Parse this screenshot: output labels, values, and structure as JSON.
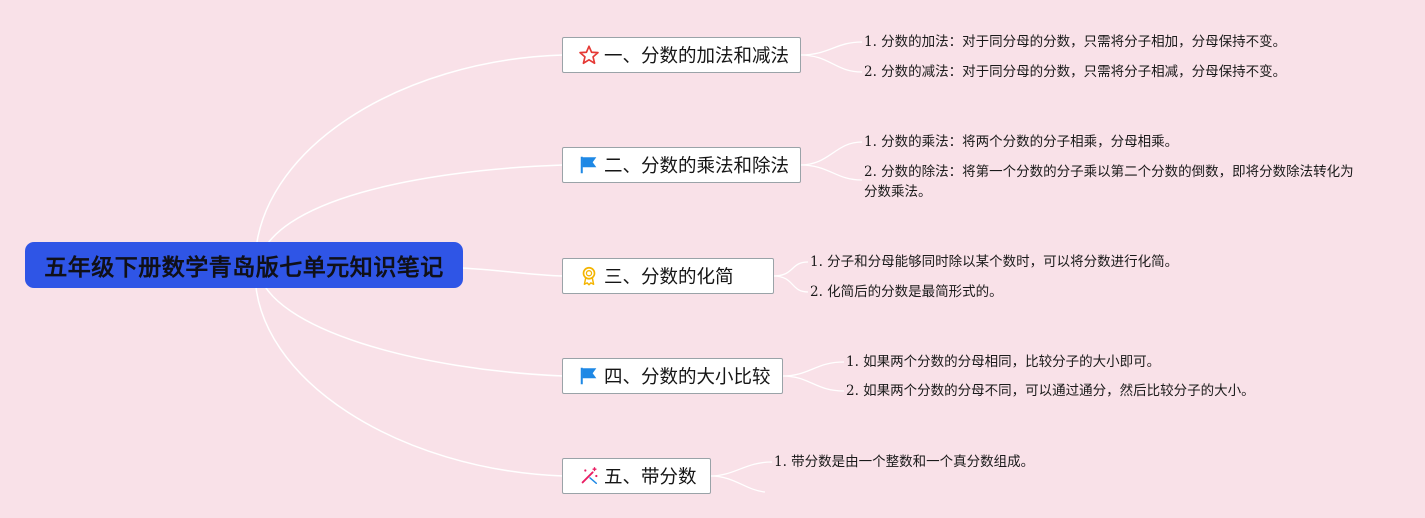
{
  "root": {
    "title": "五年级下册数学青岛版七单元知识笔记"
  },
  "branches": [
    {
      "icon": "star-icon",
      "label": "一、分数的加法和减法",
      "items": [
        "1. 分数的加法：对于同分母的分数，只需将分子相加，分母保持不变。",
        "2. 分数的减法：对于同分母的分数，只需将分子相减，分母保持不变。"
      ]
    },
    {
      "icon": "flag-icon",
      "label": "二、分数的乘法和除法",
      "items": [
        "1. 分数的乘法：将两个分数的分子相乘，分母相乘。",
        "2. 分数的除法：将第一个分数的分子乘以第二个分数的倒数，即将分数除法转化为分数乘法。"
      ]
    },
    {
      "icon": "award-ribbon-icon",
      "label": "三、分数的化简",
      "items": [
        "1. 分子和分母能够同时除以某个数时，可以将分数进行化简。",
        "2. 化简后的分数是最简形式的。"
      ]
    },
    {
      "icon": "flag-icon",
      "label": "四、分数的大小比较",
      "items": [
        "1. 如果两个分数的分母相同，比较分子的大小即可。",
        "2. 如果两个分数的分母不同，可以通过通分，然后比较分子的大小。"
      ]
    },
    {
      "icon": "magic-wand-icon",
      "label": "五、带分数",
      "items": [
        "1. 带分数是由一个整数和一个真分数组成。"
      ]
    }
  ],
  "colors": {
    "background": "#f9e1e8",
    "root_fill": "#2f55e6",
    "connector": "#ffffff",
    "branch_border": "#9aa3a8",
    "star": "#e53935",
    "flag": "#1e88e5",
    "award": "#f4b400",
    "wand": "#e91e63"
  }
}
